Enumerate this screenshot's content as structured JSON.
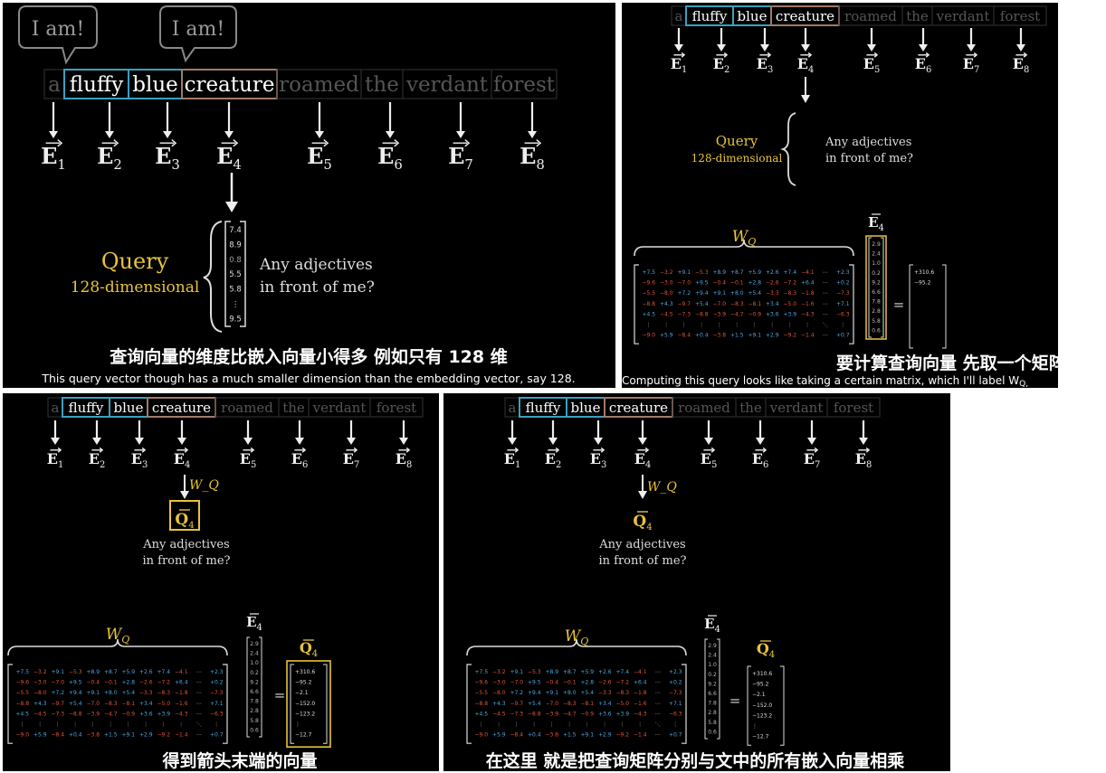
{
  "tokens": [
    "a",
    "fluffy",
    "blue",
    "creature",
    "roamed",
    "the",
    "verdant",
    "forest"
  ],
  "embedding_labels": [
    "E1",
    "E2",
    "E3",
    "E4",
    "E5",
    "E6",
    "E7",
    "E8"
  ],
  "bubble_text": "I am!",
  "query_label": "Query",
  "query_dim_label": "128-dimensional",
  "question_line1": "Any adjectives",
  "question_line2": "in front of me?",
  "matrix_label": "W_Q",
  "e4_label": "E4",
  "q4_label": "Q4",
  "panel1_vector": [
    "7.4",
    "8.9",
    "0.8",
    "5.5",
    "5.8",
    "⋮",
    "9.5"
  ],
  "e4_values": [
    "2.9",
    "2.4",
    "1.0",
    "0.2",
    "9.2",
    "6.6",
    "7.8",
    "2.8",
    "5.8",
    "0.6"
  ],
  "q4_values": [
    "+310.6",
    "−95.2",
    "−2.1",
    "−152.0",
    "−123.2",
    "⋮",
    "−12.7"
  ],
  "matrix_rows": [
    [
      "+7.5",
      "−3.2",
      "+9.1",
      "−5.3",
      "+8.9",
      "+8.7",
      "+5.9",
      "+2.6",
      "+7.4",
      "−4.1",
      "⋯",
      "+2.3"
    ],
    [
      "−9.6",
      "−3.0",
      "−7.0",
      "+9.5",
      "−0.4",
      "−0.1",
      "+2.8",
      "−2.6",
      "−7.2",
      "+6.4",
      "⋯",
      "+0.2"
    ],
    [
      "−5.5",
      "−8.0",
      "+7.2",
      "+9.4",
      "+9.1",
      "+8.0",
      "+5.4",
      "−3.3",
      "−8.3",
      "−1.8",
      "⋯",
      "−7.3"
    ],
    [
      "−8.8",
      "+4.3",
      "−9.7",
      "+5.4",
      "−7.0",
      "−8.3",
      "−8.1",
      "+3.4",
      "−5.0",
      "−1.6",
      "⋯",
      "+7.1"
    ],
    [
      "+4.5",
      "−4.5",
      "−7.3",
      "−8.8",
      "−3.9",
      "−4.7",
      "−0.9",
      "+3.6",
      "+3.9",
      "−4.3",
      "⋯",
      "−6.3"
    ],
    [
      "⋮",
      "⋮",
      "⋮",
      "⋮",
      "⋮",
      "⋮",
      "⋮",
      "⋮",
      "⋮",
      "⋮",
      "⋱",
      "⋮"
    ],
    [
      "−9.0",
      "+5.9",
      "−8.4",
      "+0.4",
      "−3.8",
      "+1.5",
      "+9.1",
      "+2.9",
      "−9.2",
      "−1.4",
      "⋯",
      "+0.7"
    ]
  ],
  "subtitles": {
    "p1_zh": "查询向量的维度比嵌入向量小得多  例如只有 128 维",
    "p1_en": "This query vector though has a much smaller dimension than the embedding vector, say 128.",
    "p2_zh": "要计算查询向量  先取一个矩阵  记为 W",
    "p2_zh_sub": "Q",
    "p2_en": "Computing this query looks like taking a certain matrix, which I'll label W",
    "p2_en_sub": "Q,",
    "p3_zh": "得到箭头末端的向量",
    "p4_zh": "在这里  就是把查询矩阵分别与文中的所有嵌入向量相乘"
  },
  "colors": {
    "token_box": "#3aa0c0",
    "creature_box": "#a07a68",
    "query_yellow": "#e8c33a",
    "positive": "#4aa8e0",
    "negative": "#e0553a",
    "dim_token": "#555555"
  }
}
